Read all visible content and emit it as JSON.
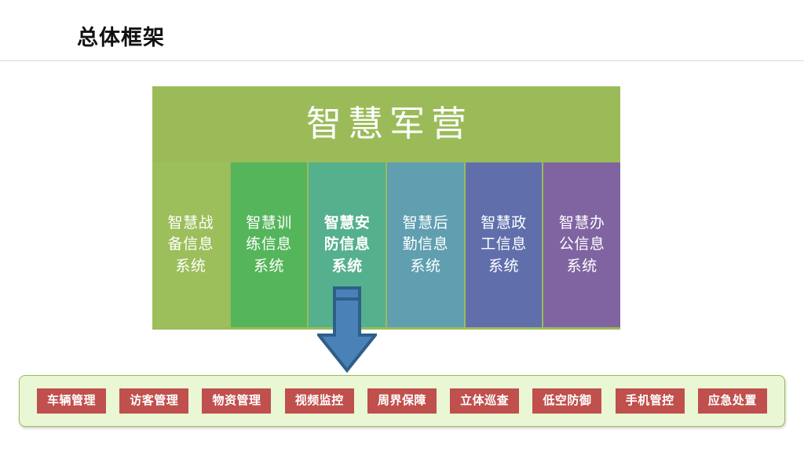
{
  "slide": {
    "title": "总体框架"
  },
  "framework": {
    "header_label": "智慧军营",
    "header_color": "#9bbb59",
    "pillars": [
      {
        "label": "智慧战备信息系统",
        "color": "#9cbf5b",
        "highlighted": false
      },
      {
        "label": "智慧训练信息系统",
        "color": "#55b55b",
        "highlighted": false
      },
      {
        "label": "智慧安防信息系统",
        "color": "#55b08d",
        "highlighted": true
      },
      {
        "label": "智慧后勤信息系统",
        "color": "#5f9fb0",
        "highlighted": false
      },
      {
        "label": "智慧政工信息系统",
        "color": "#606fac",
        "highlighted": false
      },
      {
        "label": "智慧办公信息系统",
        "color": "#8064a2",
        "highlighted": false
      }
    ]
  },
  "arrow": {
    "name": "down-arrow-icon",
    "fill_color": "#4a82b8",
    "stroke_color": "#2e5f8a"
  },
  "capabilities": {
    "panel_color": "#e9f7d4",
    "tag_color": "#c0504d",
    "items": [
      {
        "label": "车辆管理"
      },
      {
        "label": "访客管理"
      },
      {
        "label": "物资管理"
      },
      {
        "label": "视频监控"
      },
      {
        "label": "周界保障"
      },
      {
        "label": "立体巡查"
      },
      {
        "label": "低空防御"
      },
      {
        "label": "手机管控"
      },
      {
        "label": "应急处置"
      }
    ]
  }
}
